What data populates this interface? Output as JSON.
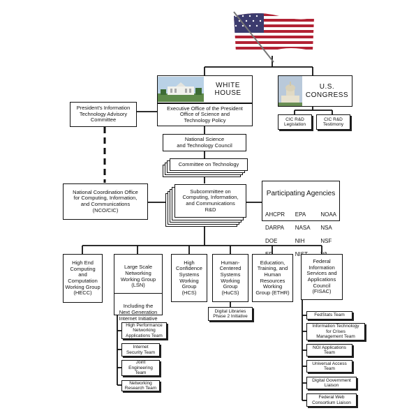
{
  "white_house": {
    "title": "WHITE\nHOUSE"
  },
  "congress": {
    "title": "U.S.\nCONGRESS",
    "legislation": "CIC R&D\nLegislation",
    "testimony": "CIC R&D\nTestimony"
  },
  "executive_office": "Executive Office of the President\nOffice of Science and\nTechnology Policy",
  "pitac": "President's Information\nTechnology Advisory\nCommittee",
  "nstc": "National Science\nand Technology Council",
  "committee_tech": "Committee on Technology",
  "nco": "National Coordination Office\nfor Computing, Information,\nand Communications\n(NCO/CIC)",
  "subcommittee": "Subcommittee on\nComputing, Information,\nand Communications\nR&D",
  "agencies": {
    "title": "Participating Agencies",
    "col1": [
      "AHCPR",
      "DARPA",
      "DOE",
      "ED"
    ],
    "col2": [
      "EPA",
      "NASA",
      "NIH",
      "NIST"
    ],
    "col3": [
      "NOAA",
      "NSA",
      "NSF",
      "VA"
    ]
  },
  "groups": {
    "hecc": "High End\nComputing\nand\nComputation\nWorking Group\n(HECC)",
    "lsn": "Large Scale\nNetworking\nWorking Group\n(LSN)",
    "ngi": "Including the\nNext Generation\nInternet Initiative",
    "hcs": "High\nConfidence\nSystems\nWorking\nGroup\n(HCS)",
    "hucs": "Human-\nCentered\nSystems\nWorking\nGroup\n(HuCS)",
    "dli": "Digital Libraries\nPhase 2 Initiative",
    "ethr": "Education,\nTraining, and\nHuman\nResources\nWorking\nGroup (ETHR)",
    "fisac": "Federal\nInformation\nServices and\nApplications\nCouncil\n(FISAC)"
  },
  "lsn_teams": [
    "High Performance\nNetworking\nApplications Team",
    "Internet\nSecurity Team",
    "Joint\nEngineering\nTeam",
    "Networking\nResearch Team"
  ],
  "fisac_teams": [
    "FedStats Team",
    "Information Technology\nfor Crises\nManagement Team",
    "NGI Applications\nTeam",
    "Universal Access\nTeam",
    "Digital Government\nLiaison",
    "Federal Web\nConsortium Liaison"
  ],
  "colors": {
    "flag_red": "#b22234",
    "flag_blue": "#3c3b6e",
    "ink": "#111111"
  }
}
